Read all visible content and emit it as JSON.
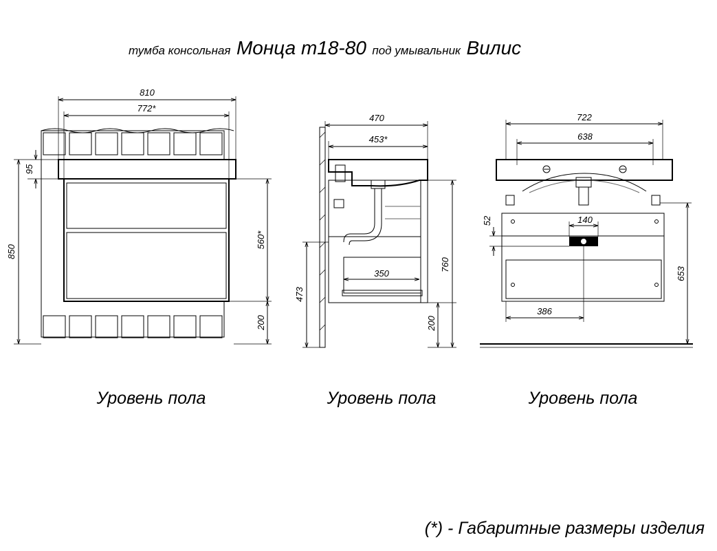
{
  "title": {
    "prefix": "тумба консольная",
    "model": "Монца т18-80",
    "middle": "под умывальник",
    "sink": "Вилис"
  },
  "views": {
    "front": {
      "dims": {
        "width_total": "810",
        "width_inner": "772*",
        "top_height": "95",
        "total_height": "850",
        "cabinet_height": "560*",
        "floor_gap": "200"
      },
      "floor_label": "Уровень пола"
    },
    "side": {
      "dims": {
        "depth_total": "470",
        "depth_inner": "453*",
        "height_left": "473",
        "height_right": "760",
        "drawer_depth": "350",
        "floor_gap": "200"
      },
      "floor_label": "Уровень пола"
    },
    "back": {
      "dims": {
        "width_top": "722",
        "width_holes": "638",
        "height_52": "52",
        "width_140": "140",
        "height_653": "653",
        "width_386": "386"
      },
      "floor_label": "Уровень пола"
    }
  },
  "footnote": "(*) - Габаритные размеры изделия"
}
